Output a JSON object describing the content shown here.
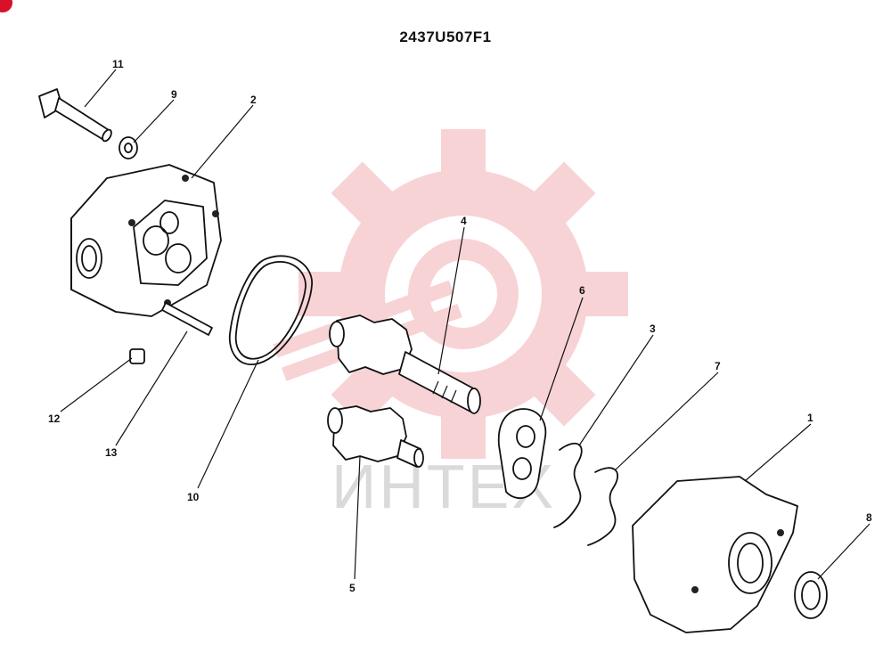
{
  "title": "2437U507F1",
  "watermark": {
    "text": "ИНТЕХ",
    "colors": {
      "gear": "#f3b0b6",
      "text": "#969696"
    }
  },
  "badge_color": "#d8102a",
  "callouts": [
    "11",
    "9",
    "2",
    "4",
    "6",
    "3",
    "7",
    "1",
    "8",
    "12",
    "13",
    "10",
    "5"
  ]
}
